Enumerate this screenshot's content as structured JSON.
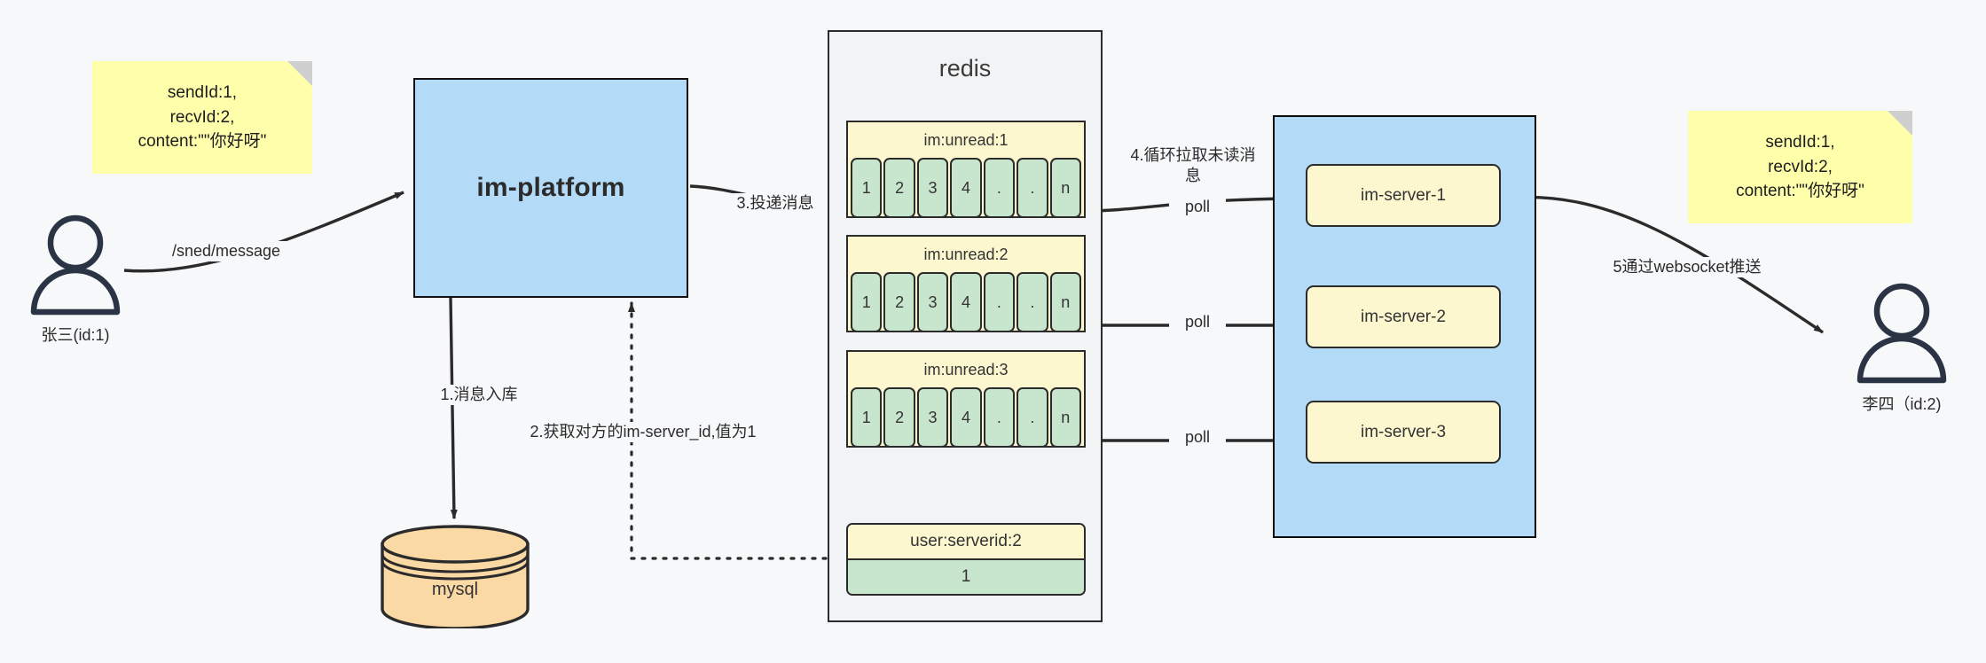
{
  "diagram": {
    "title": "IM message delivery architecture",
    "background": "#f7f8fa",
    "colors": {
      "note": "#ffffab",
      "blue": "#b3dbf7",
      "redis_panel": "#f2f3f5",
      "key_yellow": "#fcf7cf",
      "value_green": "#c8e6ce",
      "mysql_orange": "#fbd9a5",
      "stroke": "#2b2b2b"
    }
  },
  "notes": {
    "left": "sendId:1,\nrecvId:2,\ncontent:\"\"你好呀\"",
    "right": "sendId:1,\nrecvId:2,\ncontent:\"\"你好呀\""
  },
  "actors": {
    "sender": {
      "name": "张三(id:1)",
      "icon": "user-icon"
    },
    "receiver": {
      "name": "李四（id:2)",
      "icon": "user-icon"
    }
  },
  "nodes": {
    "platform": {
      "label": "im-platform"
    },
    "mysql": {
      "label": "mysql"
    },
    "redis": {
      "label": "redis"
    },
    "server_cluster": [
      {
        "label": "im-server-1"
      },
      {
        "label": "im-server-2"
      },
      {
        "label": "im-server-3"
      }
    ]
  },
  "redis_keys": [
    {
      "key": "im:unread:1",
      "cells": [
        "1",
        "2",
        "3",
        "4",
        ".",
        ".",
        "n"
      ]
    },
    {
      "key": "im:unread:2",
      "cells": [
        "1",
        "2",
        "3",
        "4",
        ".",
        ".",
        "n"
      ]
    },
    {
      "key": "im:unread:3",
      "cells": [
        "1",
        "2",
        "3",
        "4",
        ".",
        ".",
        "n"
      ]
    }
  ],
  "redis_map": {
    "key": "user:serverid:2",
    "value": "1"
  },
  "edge_labels": {
    "send_message": "/sned/message",
    "step1": "1.消息入库",
    "step2": "2.获取对方的im-server_id,值为1",
    "step3": "3.投递消息",
    "step4": "4.循环拉取未读消\n息",
    "poll1": "poll",
    "poll2": "poll",
    "poll3": "poll",
    "step5": "5通过websocket推送"
  }
}
